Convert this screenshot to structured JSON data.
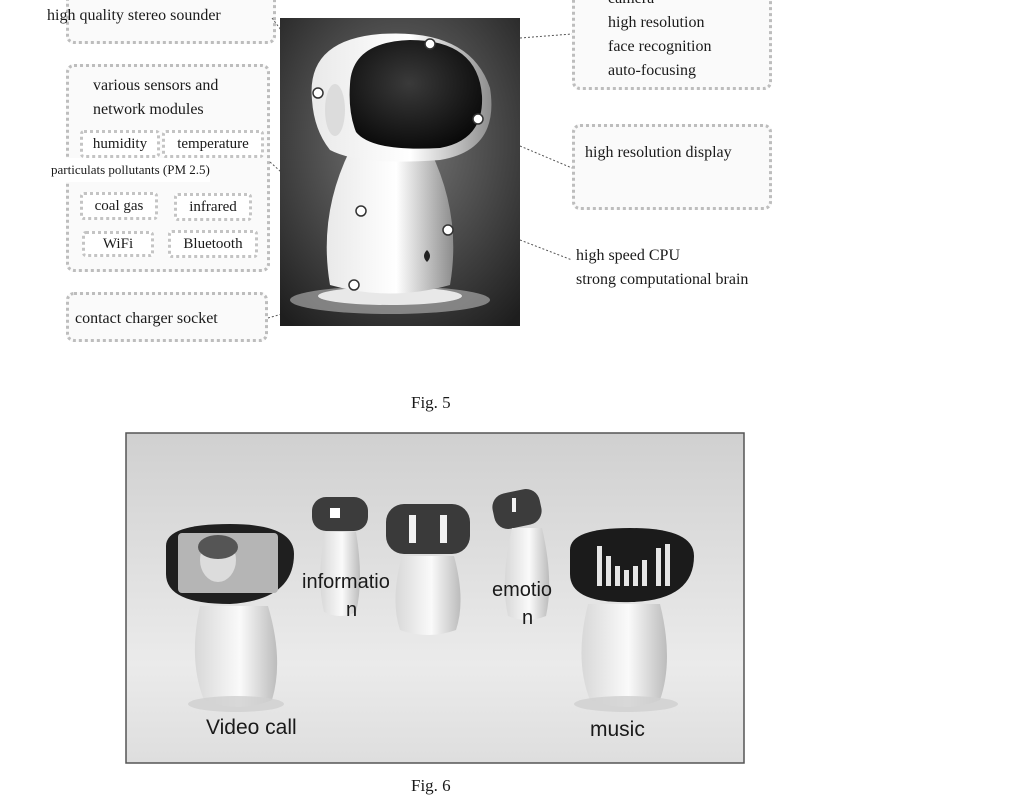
{
  "fig5": {
    "caption": "Fig. 5",
    "stereo_sounder": "high quality stereo sounder",
    "sensors_title_line1": "various sensors and",
    "sensors_title_line2": "network modules",
    "humidity": "humidity",
    "temperature": "temperature",
    "particulates": "particulats pollutants (PM 2.5)",
    "coal_gas": "coal gas",
    "infrared": "infrared",
    "wifi": "WiFi",
    "bluetooth": "Bluetooth",
    "charger_socket": "contact charger socket",
    "camera_title": "camera",
    "camera_line1": "high resolution",
    "camera_line2": "face recognition",
    "camera_line3": "auto-focusing",
    "display": "high resolution display",
    "cpu_line1": "high speed CPU",
    "cpu_line2": "strong computational brain"
  },
  "fig6": {
    "caption": "Fig. 6",
    "video_call": "Video call",
    "information_line1": "informatio",
    "information_line2": "n",
    "emotion_line1": "emotio",
    "emotion_line2": "n",
    "music": "music"
  }
}
